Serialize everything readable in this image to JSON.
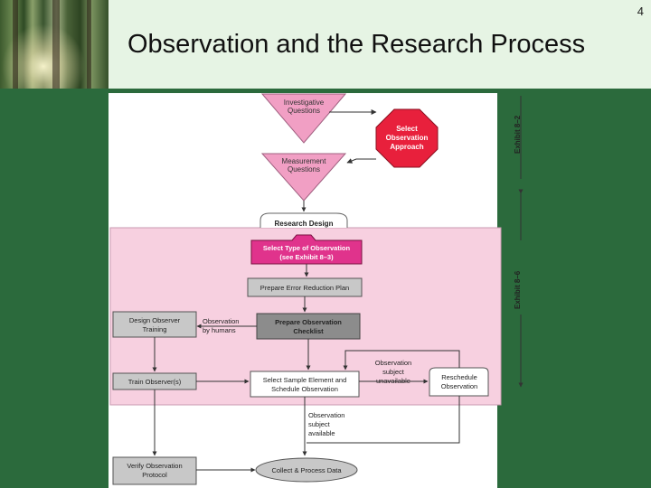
{
  "slide": {
    "page_number": "4",
    "title": "Observation and the Research Process"
  },
  "diagram": {
    "investigative_questions": [
      "Investigative",
      "Questions"
    ],
    "select_approach": [
      "Select",
      "Observation",
      "Approach"
    ],
    "measurement_questions": [
      "Measurement",
      "Questions"
    ],
    "research_design": "Research Design",
    "select_type": [
      "Select Type of Observation",
      "(see Exhibit 8–3)"
    ],
    "error_reduction": "Prepare Error Reduction Plan",
    "design_training": [
      "Design Observer",
      "Training"
    ],
    "obs_by_humans": [
      "Observation",
      "by humans"
    ],
    "checklist": [
      "Prepare Observation",
      "Checklist"
    ],
    "train_observers": "Train Observer(s)",
    "select_sample": [
      "Select Sample Element and",
      "Schedule Observation"
    ],
    "subject_unavailable": [
      "Observation",
      "subject",
      "unavailable"
    ],
    "reschedule": [
      "Reschedule",
      "Observation"
    ],
    "subject_available": [
      "Observation",
      "subject",
      "available"
    ],
    "verify_protocol": [
      "Verify Observation",
      "Protocol"
    ],
    "collect_data": "Collect & Process Data",
    "exhibit_top": "Exhibit 8–2",
    "exhibit_bottom": "Exhibit 8–6"
  },
  "colors": {
    "background_green": "#2b6a3c",
    "header_bg": "#e6f4e4",
    "pink_triangle": "#f19fc4",
    "magenta_box": "#e0338c",
    "octagon_red": "#e8203c",
    "pink_region": "#f7d0e0",
    "gray_box": "#c8c8c8",
    "dark_gray_box": "#8c8c8c"
  }
}
